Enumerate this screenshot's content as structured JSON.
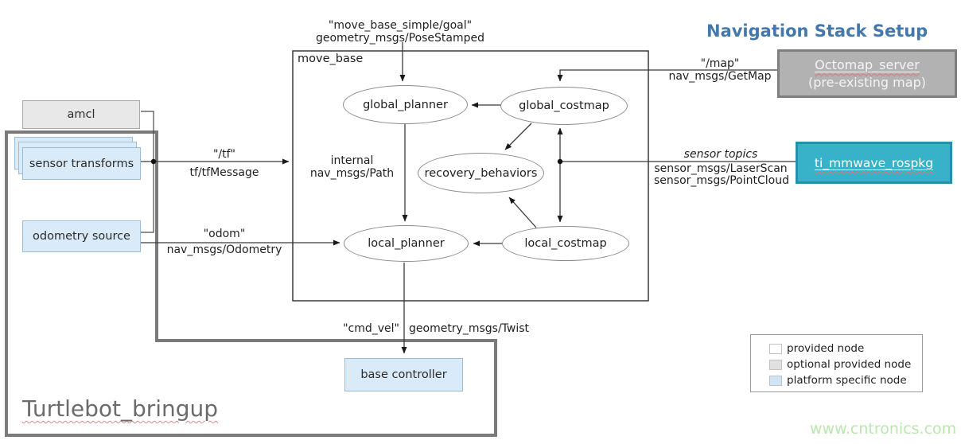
{
  "title": "Navigation Stack Setup",
  "watermark": "www.cntronics.com",
  "frames": {
    "move_base": "move_base",
    "turtlebot": "Turtlebot_bringup"
  },
  "nodes": {
    "amcl": "amcl",
    "sensor_transforms": "sensor transforms",
    "odometry_source": "odometry source",
    "base_controller": "base controller",
    "octomap_title": "Octomap_server",
    "octomap_subtitle": "(pre-existing map)",
    "ti_mmwave": "ti_mmwave_rospkg",
    "global_planner": "global_planner",
    "global_costmap": "global_costmap",
    "recovery_behaviors": "recovery_behaviors",
    "local_planner": "local_planner",
    "local_costmap": "local_costmap"
  },
  "topics": {
    "goal_topic": "\"move_base_simple/goal\"",
    "goal_type": "geometry_msgs/PoseStamped",
    "map_topic": "\"/map\"",
    "map_type": "nav_msgs/GetMap",
    "tf_topic": "\"/tf\"",
    "tf_type": "tf/tfMessage",
    "odom_topic": "\"odom\"",
    "odom_type": "nav_msgs/Odometry",
    "internal_label": "internal",
    "internal_type": "nav_msgs/Path",
    "sensor_topics": "sensor topics",
    "sensor_type_1": "sensor_msgs/LaserScan",
    "sensor_type_2": "sensor_msgs/PointCloud",
    "cmdvel_topic": "\"cmd_vel\"",
    "cmdvel_type": "geometry_msgs/Twist"
  },
  "legend": {
    "items": [
      {
        "label": "provided node"
      },
      {
        "label": "optional provided node"
      },
      {
        "label": "platform specific node"
      }
    ]
  },
  "colors": {
    "title_blue": "#4478ad",
    "teal_fill": "#38b2c8",
    "teal_border": "#2391a9",
    "octomap_fill": "#b2b2b2",
    "octomap_border": "#7f7f7f",
    "platform_node_fill": "#d9eaf8",
    "platform_node_border": "#9cbdd8",
    "optional_node_fill": "#e8e8e8",
    "frame_gray": "#7a7a7a",
    "watermark_green": "#b9e7ae",
    "spellcheck_red": "#e57373"
  }
}
